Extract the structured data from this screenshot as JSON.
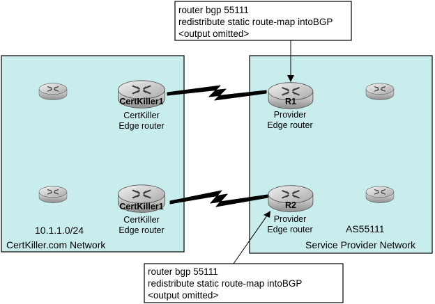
{
  "config_boxes": {
    "top": {
      "line1": "router bgp 55111",
      "line2": "redistribute static route-map intoBGP",
      "line3": "<output omitted>"
    },
    "bottom": {
      "line1": "router bgp 55111",
      "line2": "redistribute static route-map intoBGP",
      "line3": "<output omitted>"
    }
  },
  "left_network": {
    "subnet": "10.1.1.0/24",
    "name": "CertKiller.com Network",
    "fill_color": "#c9ecec",
    "routers": [
      {
        "label": "CertKiller1",
        "caption1": "CertKiller",
        "caption2": "Edge router"
      },
      {
        "label": "CertKiller1",
        "caption1": "CertKiller",
        "caption2": "Edge router"
      }
    ]
  },
  "right_network": {
    "as_number": "AS55111",
    "name": "Service Provider Network",
    "fill_color": "#c9ecec",
    "routers": [
      {
        "label": "R1",
        "caption1": "Provider",
        "caption2": "Edge router"
      },
      {
        "label": "R2",
        "caption1": "Provider",
        "caption2": "Edge router"
      }
    ]
  },
  "icons": {
    "router": "router-icon",
    "serial_link": "serial-link-lightning-icon"
  },
  "colors": {
    "router_body": "#b7b7b7",
    "router_dark": "#7a7a7a",
    "link": "#000000"
  }
}
